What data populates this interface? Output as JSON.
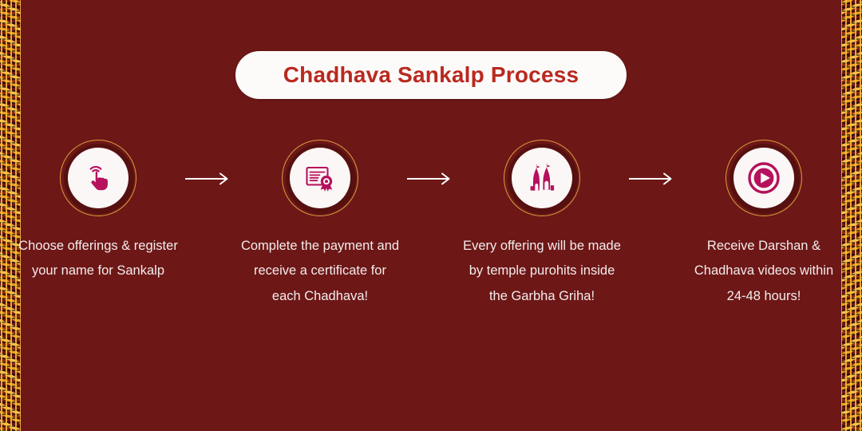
{
  "poster": {
    "background_color": "#6d1717",
    "title": "Chadhava Sankalp Process",
    "title_color": "#b9291f",
    "title_pill_color": "#fdfbfa",
    "icon_color": "#b5115c",
    "ring_gold_color": "#d9a03c",
    "caption_color": "#f3eceb",
    "arrow_color": "#ffffff",
    "border_pattern": "ornamental-gold-strip"
  },
  "steps": [
    {
      "index": "1",
      "icon": "tap-hand-icon",
      "caption": "Choose offerings & register your name for Sankalp"
    },
    {
      "index": "2",
      "icon": "certificate-seal-icon",
      "caption": "Complete the payment and receive a certificate for each Chadhava!"
    },
    {
      "index": "3",
      "icon": "temple-icon",
      "caption": "Every offering will be made by temple purohits inside the Garbha Griha!"
    },
    {
      "index": "4",
      "icon": "play-video-icon",
      "caption": "Receive Darshan & Chadhava videos within 24-48 hours!"
    }
  ],
  "arrows": [
    {
      "name": "arrow-right-1",
      "glyph": "→"
    },
    {
      "name": "arrow-right-2",
      "glyph": "→"
    },
    {
      "name": "arrow-right-3",
      "glyph": "→"
    }
  ]
}
